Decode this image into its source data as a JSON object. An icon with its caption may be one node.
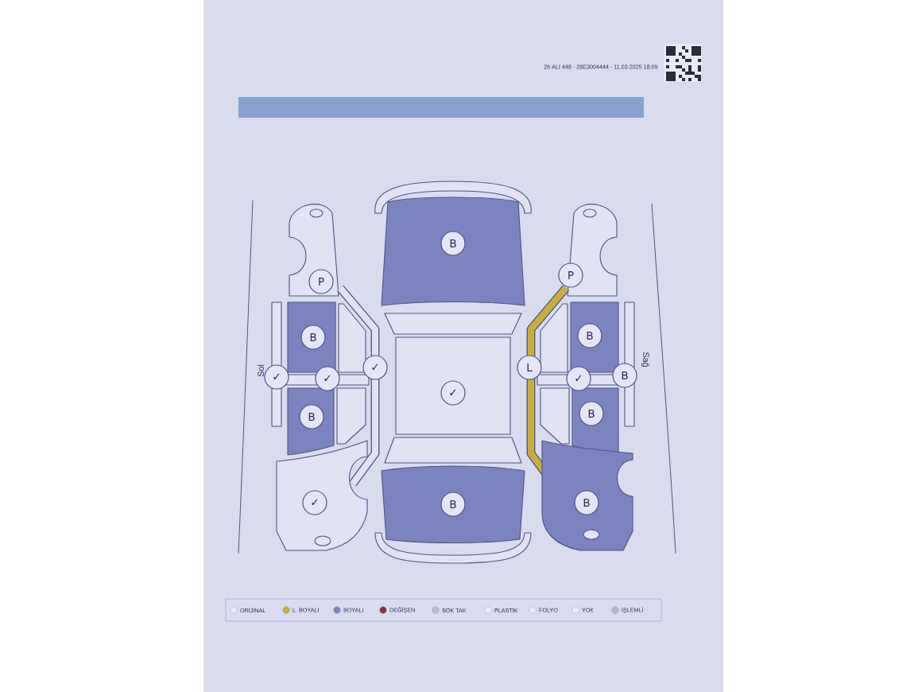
{
  "diagram": {
    "nodes": [
      {
        "text": [
          "B"
        ]
      },
      {
        "text": [
          "P"
        ]
      },
      {
        "text": [
          "P"
        ]
      },
      {
        "text": [
          "B"
        ]
      },
      {
        "text": [
          "B"
        ]
      },
      {
        "text": [
          "✓"
        ]
      },
      {
        "text": [
          "✓"
        ]
      },
      {
        "text": [
          "✓"
        ]
      },
      {
        "text": [
          "L"
        ]
      },
      {
        "text": [
          "✓"
        ]
      },
      {
        "text": [
          "B"
        ]
      },
      {
        "text": [
          "✓"
        ]
      },
      {
        "text": [
          "B"
        ]
      },
      {
        "text": [
          "B"
        ]
      },
      {
        "text": [
          "✓"
        ]
      },
      {
        "text": [
          "B"
        ]
      },
      {
        "text": [
          "B"
        ]
      }
    ],
    "labels": [
      "26 ALI 448 - 28E3004444 - 11.03.2025 18:09",
      "Sol",
      "Sağ"
    ],
    "legend": [
      {
        "text": "ORİJİNAL",
        "color": "#e9eaf6"
      },
      {
        "text": "L. BOYALI",
        "color": "#c9ae3c"
      },
      {
        "text": "BOYALI",
        "color": "#7c84bf"
      },
      {
        "text": "DEĞİŞEN",
        "color": "#8c2f3c"
      },
      {
        "text": "SÖK TAK",
        "color": "#b9bcd8"
      },
      {
        "text": "PLASTİK",
        "color": "#e9eaf6"
      },
      {
        "text": "FOLYO",
        "color": "#e9eaf6"
      },
      {
        "text": "YOK",
        "color": "#e9eaf6"
      },
      {
        "text": "İŞLEMLİ",
        "color": "#b3b7d6"
      }
    ]
  }
}
